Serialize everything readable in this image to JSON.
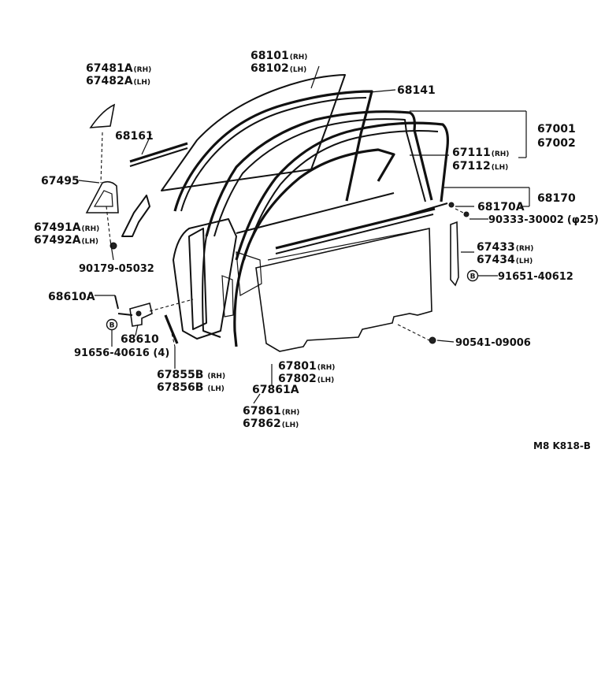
{
  "parts": {
    "p67481A": "67481A",
    "p67481A_side": "(RH)",
    "p67482A": "67482A",
    "p67482A_side": "(LH)",
    "p68101": "68101",
    "p68101_side": "(RH)",
    "p68102": "68102",
    "p68102_side": "(LH)",
    "p68141": "68141",
    "p68161": "68161",
    "p67001": "67001",
    "p67002": "67002",
    "p67111": "67111",
    "p67111_side": "(RH)",
    "p67112": "67112",
    "p67112_side": "(LH)",
    "p67495": "67495",
    "p68170": "68170",
    "p68170A": "68170A",
    "p90333": "90333-30002",
    "p90333_size": "(φ25)",
    "p67491A": "67491A",
    "p67491A_side": "(RH)",
    "p67492A": "67492A",
    "p67492A_side": "(LH)",
    "p67433": "67433",
    "p67433_side": "(RH)",
    "p67434": "67434",
    "p67434_side": "(LH)",
    "p90179": "90179-05032",
    "p91651": "91651-40612",
    "p68610A": "68610A",
    "p68610": "68610",
    "p91656": "91656-40616 (4)",
    "p90541": "90541-09006",
    "p67855B": "67855B",
    "p67855B_side": "(RH)",
    "p67856B": "67856B",
    "p67856B_side": "(LH)",
    "p67801": "67801",
    "p67801_side": "(RH)",
    "p67802": "67802",
    "p67802_side": "(LH)",
    "p67861A": "67861A",
    "p67861": "67861",
    "p67861_side": "(RH)",
    "p67862": "67862",
    "p67862_side": "(LH)",
    "callout_b": "B"
  },
  "footer": {
    "code": "M8  K818-B"
  },
  "icons": [
    "circled-b-marker-icon",
    "bolt-icon",
    "clip-icon"
  ]
}
